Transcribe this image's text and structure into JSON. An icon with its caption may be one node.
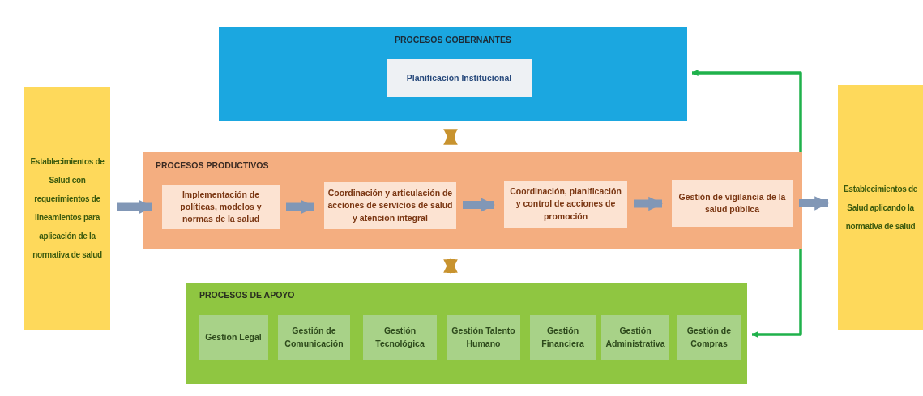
{
  "diagram": {
    "nodes": [
      {
        "text": [
          "Establecimientos de Salud con requerimientos de lineamientos para aplicación de la normativa de salud"
        ]
      },
      {
        "text": [
          "PROCESOS GOBERNANTES"
        ]
      },
      {
        "text": [
          "Planificación Institucional"
        ],
        "in": 1
      },
      {
        "text": [
          "PROCESOS PRODUCTIVOS"
        ]
      },
      {
        "text": [
          "Implementación de políticas, modelos y normas de la salud"
        ],
        "in": 3
      },
      {
        "text": [
          "Coordinación y articulación de acciones de servicios de salud y atención integral"
        ],
        "in": 3
      },
      {
        "text": [
          "Coordinación, planificación y control de acciones de promoción"
        ],
        "in": 3
      },
      {
        "text": [
          "Gestión de vigilancia de la salud pública"
        ],
        "in": 3
      },
      {
        "text": [
          "PROCESOS DE APOYO"
        ]
      },
      {
        "text": [
          "Gestión Legal"
        ],
        "in": 8
      },
      {
        "text": [
          "Gestión de Comunicación"
        ],
        "in": 8
      },
      {
        "text": [
          "Gestión Tecnológica"
        ],
        "in": 8
      },
      {
        "text": [
          "Gestión Talento Humano"
        ],
        "in": 8
      },
      {
        "text": [
          "Gestión Financiera"
        ],
        "in": 8
      },
      {
        "text": [
          "Gestión Administrativa"
        ],
        "in": 8
      },
      {
        "text": [
          "Gestión de Compras"
        ],
        "in": 8
      },
      {
        "text": [
          "Establecimientos de Salud aplicando la normativa de salud"
        ]
      }
    ],
    "edges": [
      {
        "from": 0,
        "to": 4,
        "arrow": "to"
      },
      {
        "from": 4,
        "to": 5,
        "arrow": "to"
      },
      {
        "from": 5,
        "to": 6,
        "arrow": "to"
      },
      {
        "from": 6,
        "to": 7,
        "arrow": "to"
      },
      {
        "from": 7,
        "to": 16,
        "arrow": "to"
      },
      {
        "from": 1,
        "to": 3,
        "arrow": "both",
        "color": "#c8932f"
      },
      {
        "from": 3,
        "to": 8,
        "arrow": "both",
        "color": "#c8932f"
      },
      {
        "from": 3,
        "to": 1,
        "arrow": "to",
        "color": "#1fb14b"
      },
      {
        "from": 3,
        "to": 8,
        "arrow": "to",
        "color": "#1fb14b"
      }
    ]
  }
}
